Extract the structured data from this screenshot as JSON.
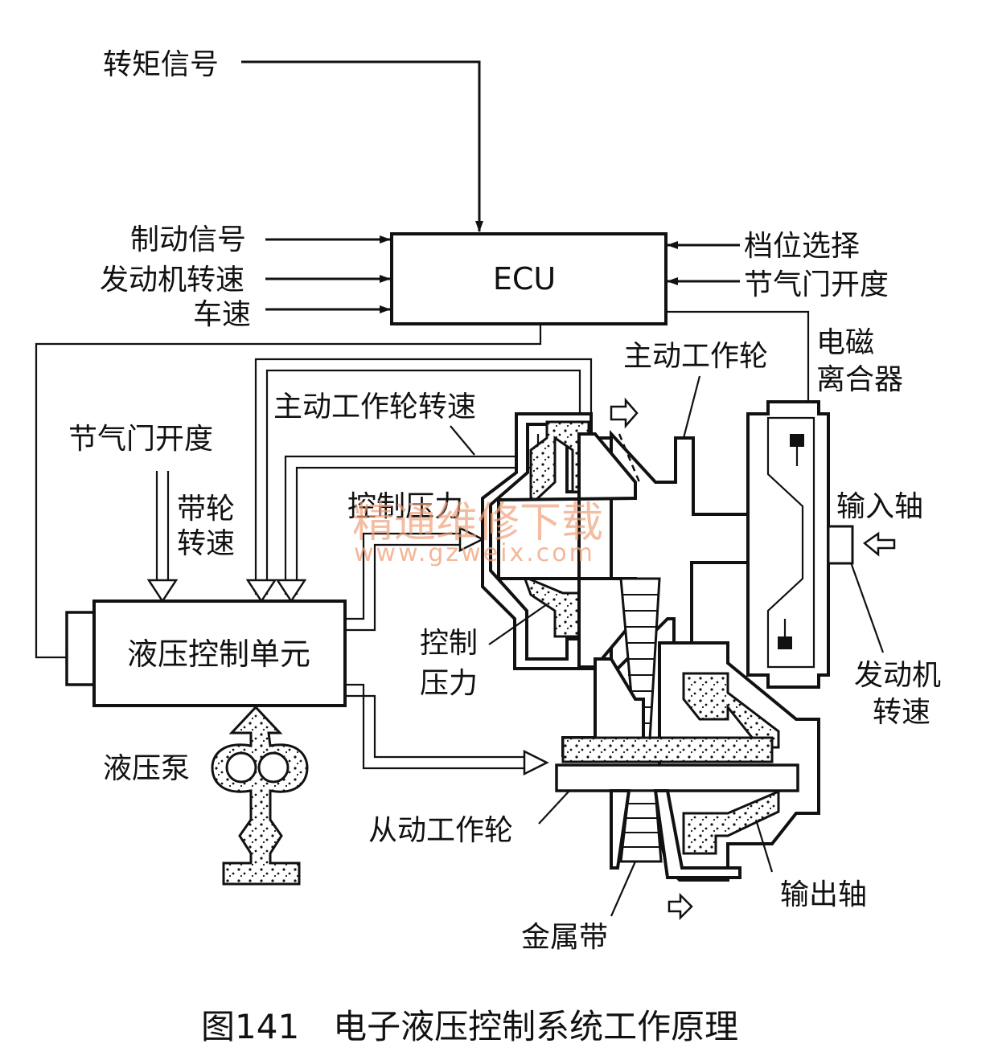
{
  "labels": {
    "torque_signal": "转矩信号",
    "brake_signal": "制动信号",
    "engine_speed_in": "发动机转速",
    "vehicle_speed": "车速",
    "ecu": "ECU",
    "gear_select": "档位选择",
    "throttle_right": "节气门开度",
    "em_clutch_1": "电磁",
    "em_clutch_2": "离合器",
    "drive_pulley": "主动工作轮",
    "drive_pulley_speed": "主动工作轮转速",
    "throttle_left": "节气门开度",
    "belt_speed_1": "带轮",
    "belt_speed_2": "转速",
    "control_pressure_top": "控制压力",
    "input_shaft": "输入轴",
    "hydraulic_unit": "液压控制单元",
    "control_pressure_mid_1": "控制",
    "control_pressure_mid_2": "压力",
    "engine_speed_right_1": "发动机",
    "engine_speed_right_2": "转速",
    "hydraulic_pump": "液压泵",
    "driven_pulley": "从动工作轮",
    "output_shaft": "输出轴",
    "metal_belt": "金属带"
  },
  "watermark": {
    "text": "精通维修下载",
    "url": "www.gzweix.com"
  },
  "caption": "图141　电子液压控制系统工作原理"
}
